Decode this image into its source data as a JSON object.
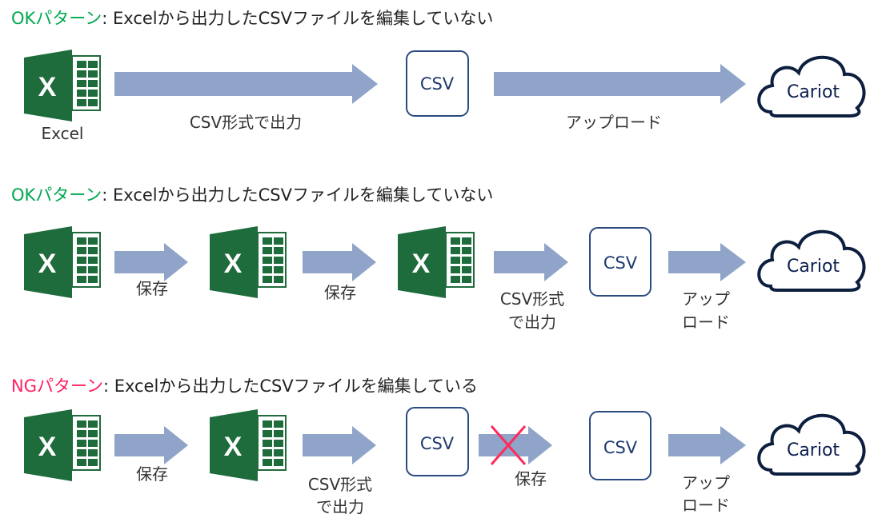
{
  "colors": {
    "ok": "#00a84f",
    "ng": "#ff2060",
    "arrow": "#8fa4c8",
    "box": "#2a4a80",
    "excel": "#1e6b3c",
    "cross": "#ff2a5a"
  },
  "rows": [
    {
      "status": "OKパターン",
      "desc": ": Excelから出力したCSVファイルを編集していない",
      "excel_label": "Excel",
      "arrow1_label": "CSV形式で出力",
      "csv": "CSV",
      "arrow2_label": "アップロード",
      "cloud": "Cariot"
    },
    {
      "status": "OKパターン",
      "desc": ": Excelから出力したCSVファイルを編集していない",
      "save1": "保存",
      "save2": "保存",
      "export_l1": "CSV形式",
      "export_l2": "で出力",
      "csv": "CSV",
      "upload_l1": "アップ",
      "upload_l2": "ロード",
      "cloud": "Cariot"
    },
    {
      "status": "NGパターン",
      "desc": ": Excelから出力したCSVファイルを編集している",
      "save1": "保存",
      "export_l1": "CSV形式",
      "export_l2": "で出力",
      "csv1": "CSV",
      "save_crossed": "保存",
      "csv2": "CSV",
      "upload_l1": "アップ",
      "upload_l2": "ロード",
      "cloud": "Cariot"
    }
  ]
}
